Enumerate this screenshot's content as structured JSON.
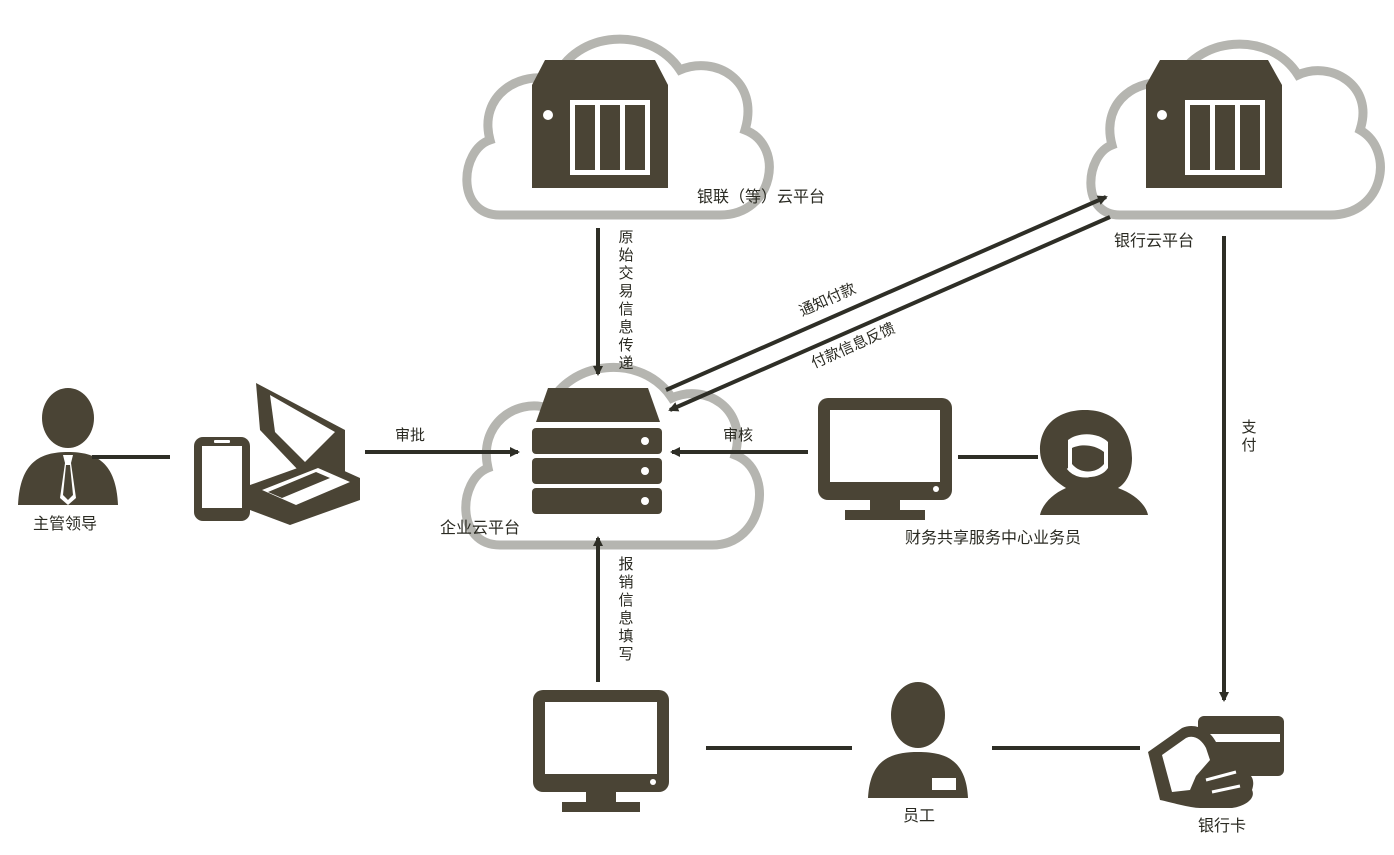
{
  "colors": {
    "dark": "#4a4435",
    "cloud": "#b5b5b0",
    "line": "#2e2e26"
  },
  "nodes": {
    "unionpay_cloud": "银联（等）云平台",
    "bank_cloud": "银行云平台",
    "enterprise_cloud": "企业云平台",
    "supervisor": "主管领导",
    "shared_service_staff": "财务共享服务中心业务员",
    "employee": "员工",
    "bank_card": "银行卡"
  },
  "edges": {
    "original_txn": "原始交易信息传递",
    "notify_payment": "通知付款",
    "payment_feedback": "付款信息反馈",
    "approve": "审批",
    "review": "审核",
    "pay": "支付",
    "reimbursement": "报销信息填写"
  },
  "icons": [
    "server-icon",
    "cloud-icon",
    "person-icon",
    "phone-icon",
    "scanner-icon",
    "monitor-icon",
    "headset-person-icon",
    "card-in-hand-icon"
  ]
}
